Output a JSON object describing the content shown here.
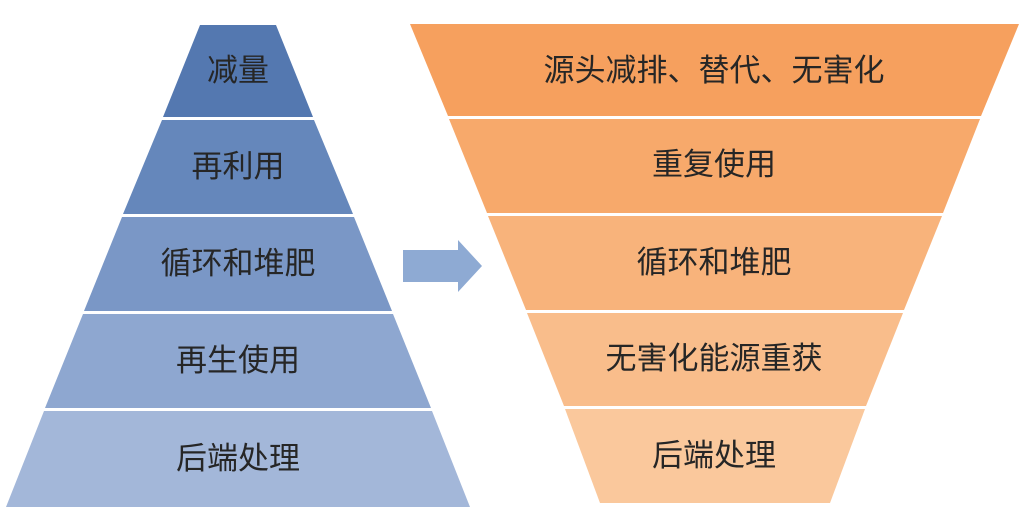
{
  "left_pyramid": {
    "tiers": [
      {
        "label": "减量",
        "color": "#5478b0"
      },
      {
        "label": "再利用",
        "color": "#6587bb"
      },
      {
        "label": "循环和堆肥",
        "color": "#7a97c6"
      },
      {
        "label": "再生使用",
        "color": "#8ea7d0"
      },
      {
        "label": "后端处理",
        "color": "#a3b7d9"
      }
    ]
  },
  "arrow": {
    "color": "#8eaad3"
  },
  "right_funnel": {
    "tiers": [
      {
        "label": "源头减排、替代、无害化",
        "color": "#f6a05e"
      },
      {
        "label": "重复使用",
        "color": "#f7a96b"
      },
      {
        "label": "循环和堆肥",
        "color": "#f8b37b"
      },
      {
        "label": "无害化能源重获",
        "color": "#f9bd8b"
      },
      {
        "label": "后端处理",
        "color": "#fac89c"
      }
    ]
  }
}
